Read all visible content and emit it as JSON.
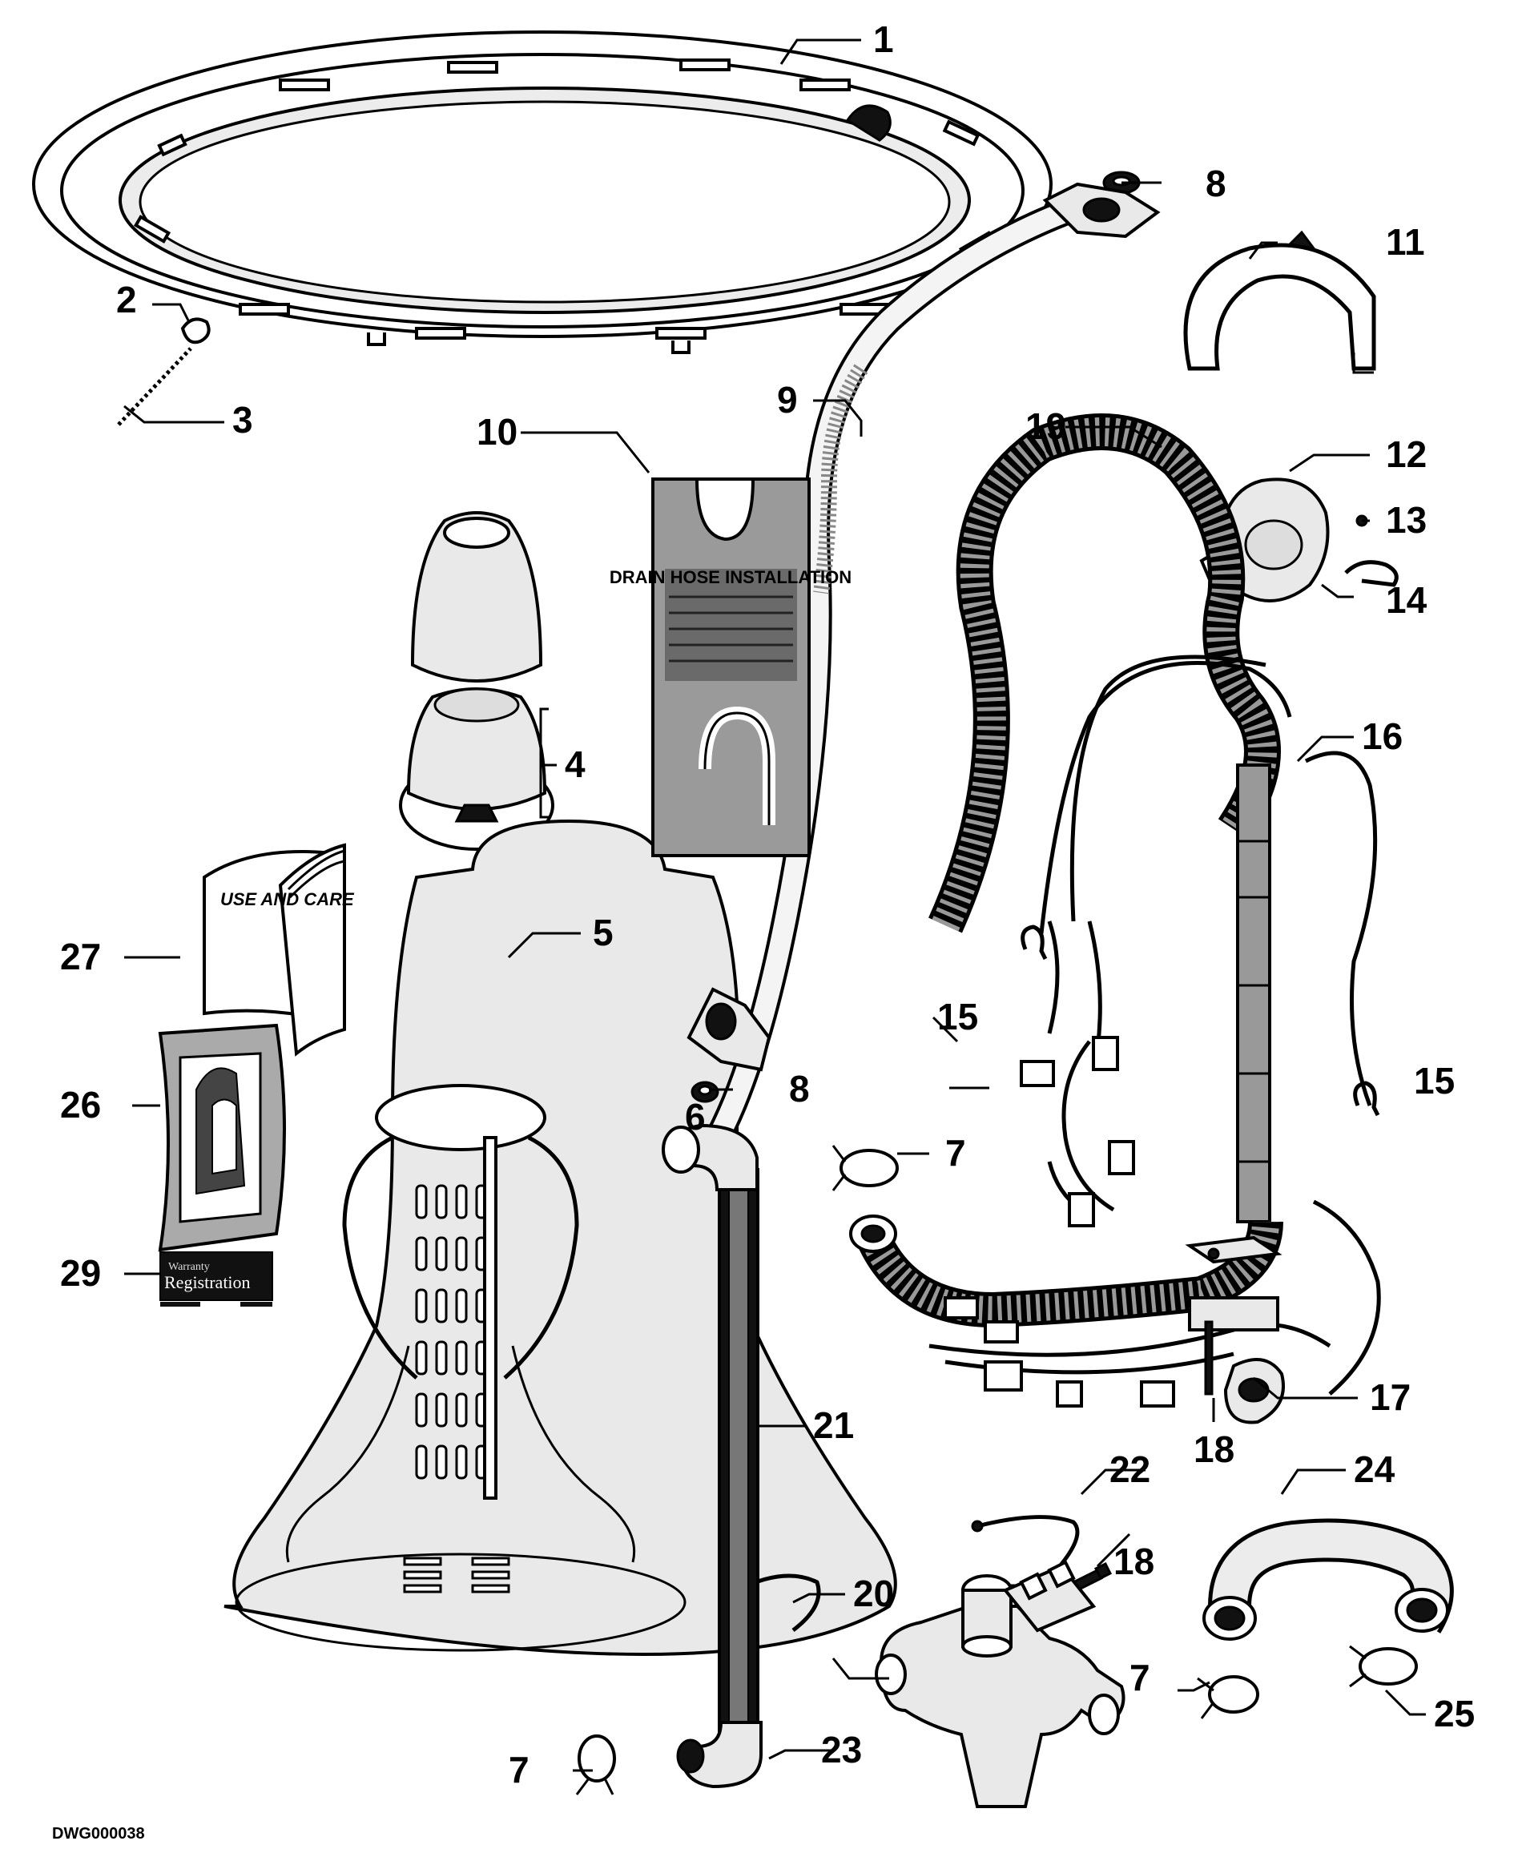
{
  "drawing": {
    "id_label": "DWG000038",
    "card_text": "DRAIN HOSE INSTALLATION",
    "manual_text": "USE AND CARE",
    "warranty_text_1": "Warranty",
    "warranty_text_2": "Registration"
  },
  "callouts": [
    {
      "key": "c1",
      "number": "1"
    },
    {
      "key": "c2",
      "number": "2"
    },
    {
      "key": "c3",
      "number": "3"
    },
    {
      "key": "c4",
      "number": "4"
    },
    {
      "key": "c5",
      "number": "5"
    },
    {
      "key": "c6",
      "number": "6"
    },
    {
      "key": "c7a",
      "number": "7"
    },
    {
      "key": "c7b",
      "number": "7"
    },
    {
      "key": "c7c",
      "number": "7"
    },
    {
      "key": "c8a",
      "number": "8"
    },
    {
      "key": "c8b",
      "number": "8"
    },
    {
      "key": "c9",
      "number": "9"
    },
    {
      "key": "c10",
      "number": "10"
    },
    {
      "key": "c11",
      "number": "11"
    },
    {
      "key": "c12",
      "number": "12"
    },
    {
      "key": "c13",
      "number": "13"
    },
    {
      "key": "c14",
      "number": "14"
    },
    {
      "key": "c15a",
      "number": "15"
    },
    {
      "key": "c15b",
      "number": "15"
    },
    {
      "key": "c16",
      "number": "16"
    },
    {
      "key": "c17",
      "number": "17"
    },
    {
      "key": "c18a",
      "number": "18"
    },
    {
      "key": "c18b",
      "number": "18"
    },
    {
      "key": "c19",
      "number": "19"
    },
    {
      "key": "c20",
      "number": "20"
    },
    {
      "key": "c21",
      "number": "21"
    },
    {
      "key": "c22",
      "number": "22"
    },
    {
      "key": "c23",
      "number": "23"
    },
    {
      "key": "c24",
      "number": "24"
    },
    {
      "key": "c25",
      "number": "25"
    },
    {
      "key": "c26",
      "number": "26"
    },
    {
      "key": "c27",
      "number": "27"
    },
    {
      "key": "c29",
      "number": "29"
    }
  ]
}
